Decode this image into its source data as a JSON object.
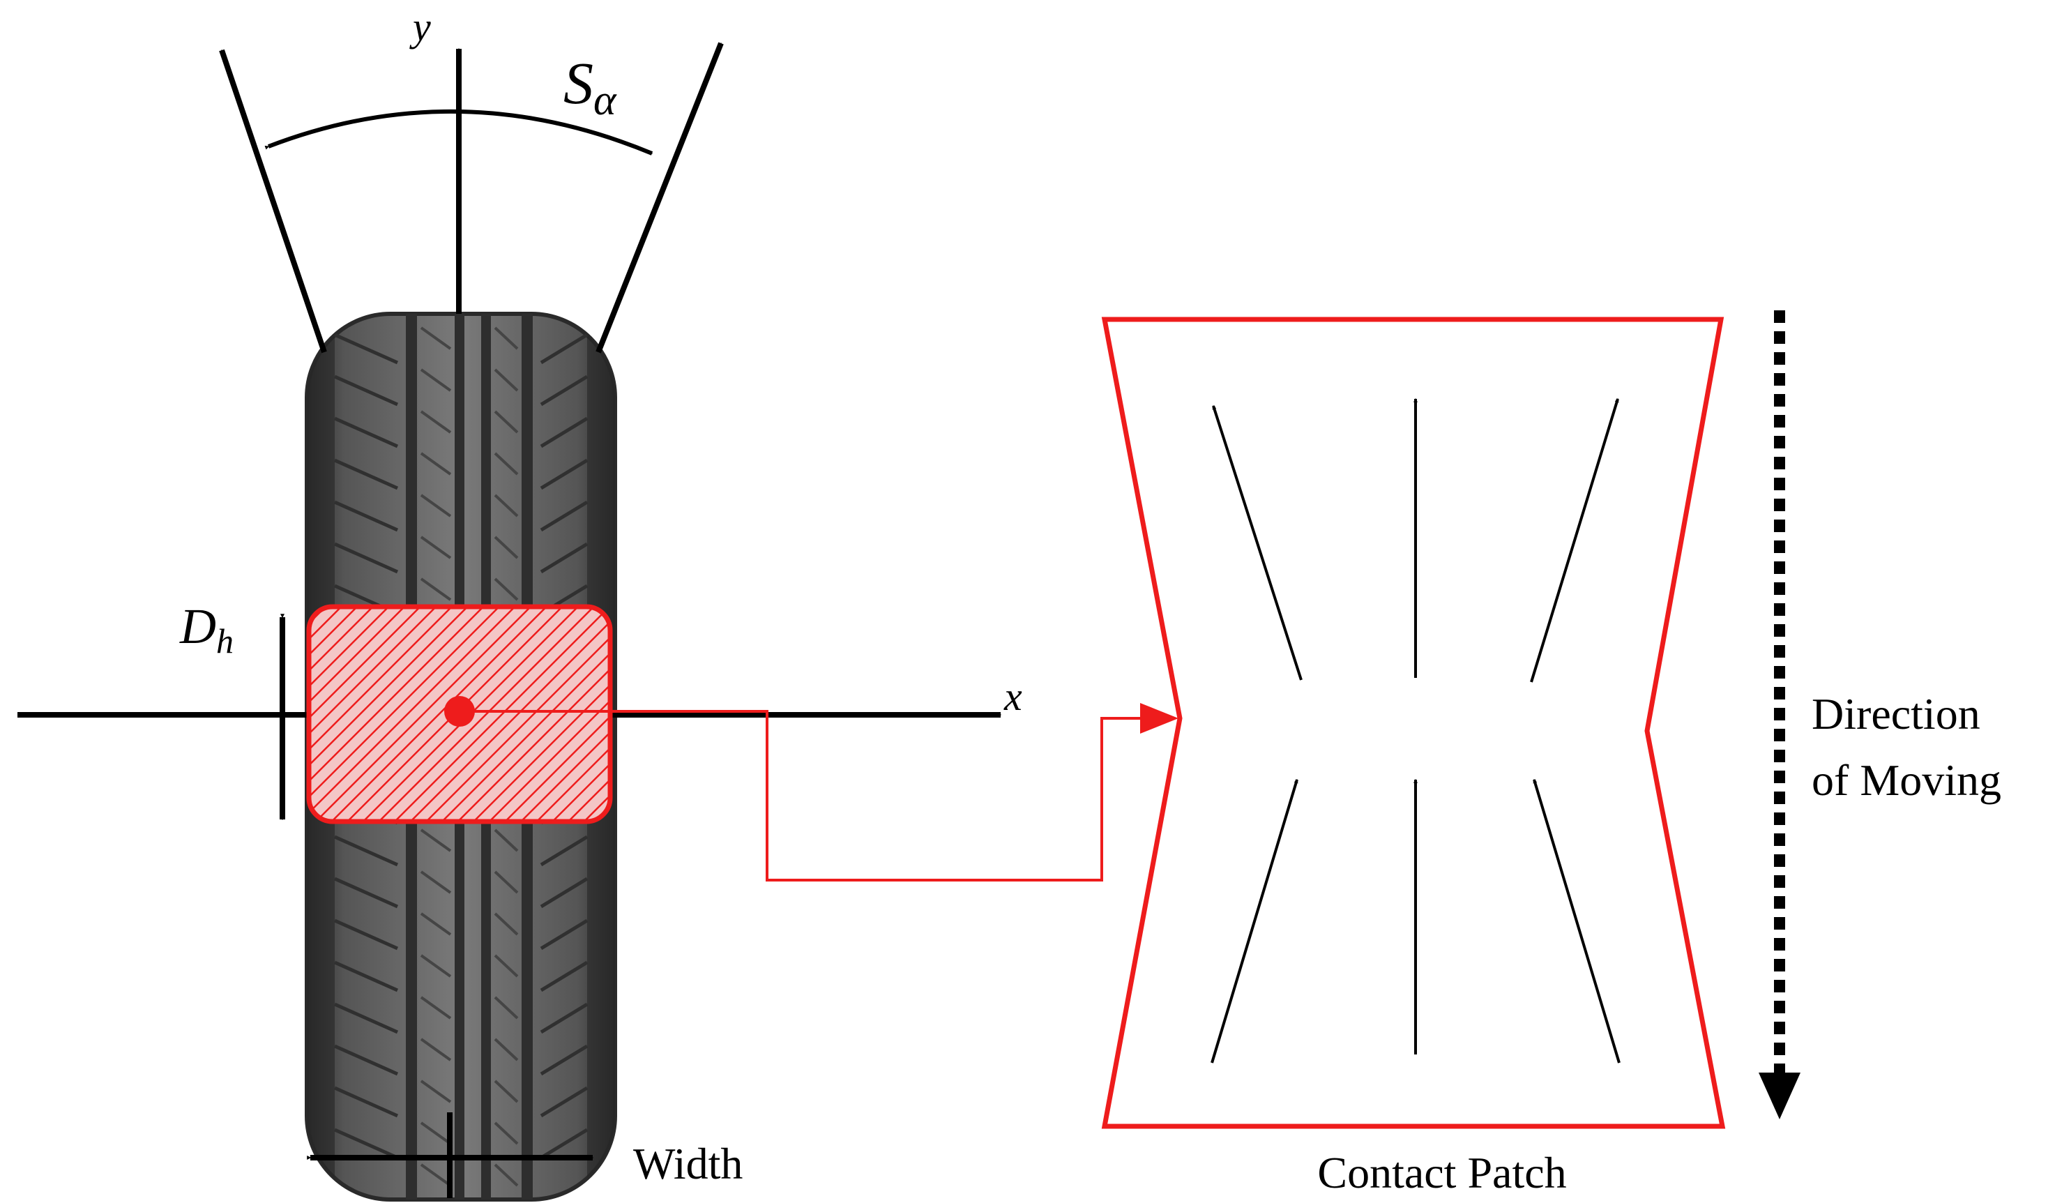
{
  "labels": {
    "y_axis": "y",
    "x_axis": "x",
    "slip_angle_main": "S",
    "slip_angle_sub": "α",
    "dh_main": "D",
    "dh_sub": "h",
    "width": "Width",
    "contact_patch": "Contact Patch",
    "direction_line1": "Direction",
    "direction_line2": "of Moving"
  },
  "colors": {
    "accent": "#ee1c1c",
    "tire_dark": "#3a3a3a",
    "tire_mid": "#6f6f6f",
    "tire_light": "#9a9a9a",
    "ink": "#000000"
  },
  "icons": {
    "tire": "tire-top-view-icon",
    "contact_point": "contact-point-icon"
  }
}
